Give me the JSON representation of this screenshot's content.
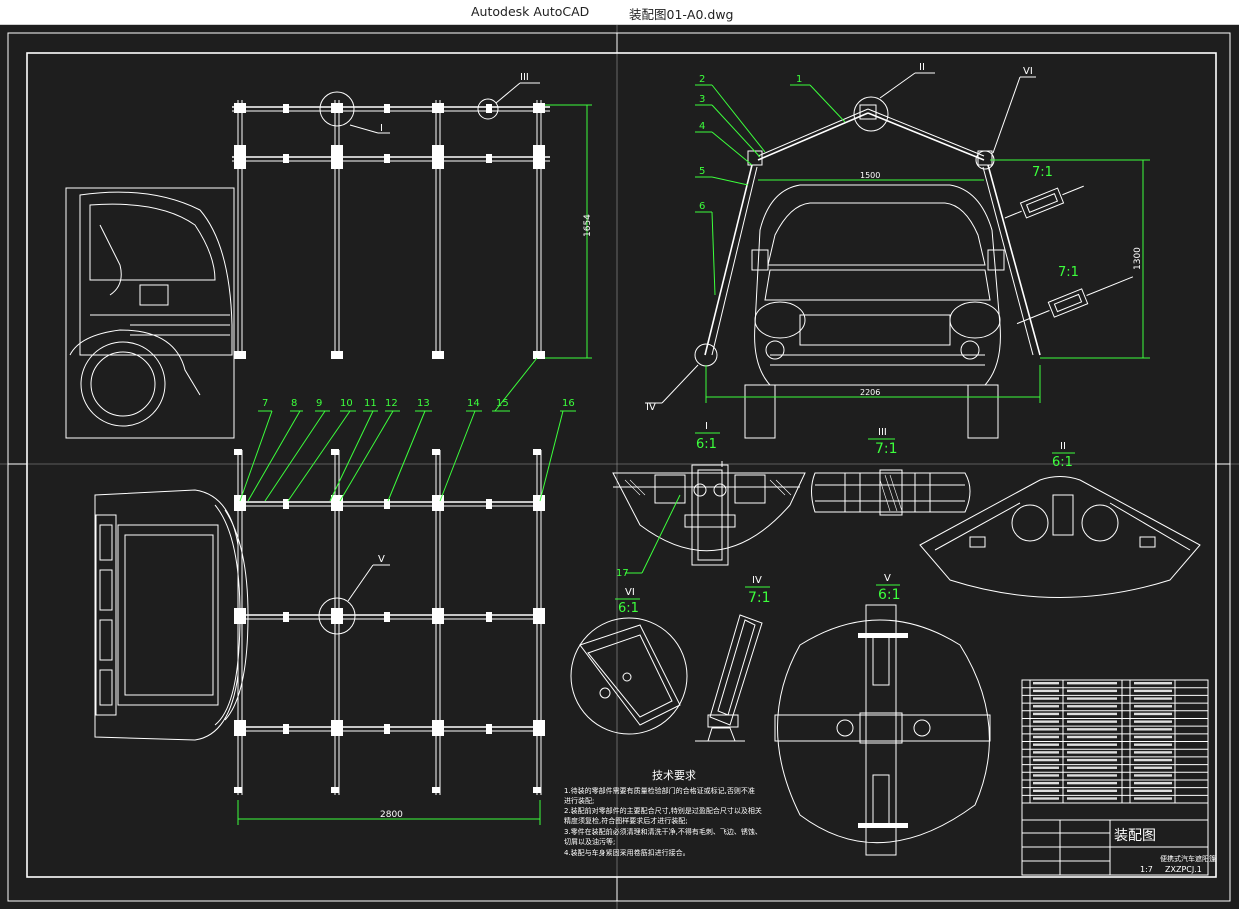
{
  "window": {
    "app_name": "Autodesk AutoCAD",
    "document_name": "装配图01-A0.dwg"
  },
  "views": {
    "top_dim": "1654",
    "bottom_dim": "2800",
    "front_width_dim": "2206",
    "front_top_dim": "1500",
    "front_height_dim": "1300",
    "markers": {
      "I": "I",
      "II": "II",
      "III": "III",
      "IV": "IV",
      "V": "V",
      "VI": "VI"
    }
  },
  "part_numbers": [
    "1",
    "2",
    "3",
    "4",
    "5",
    "6",
    "7",
    "8",
    "9",
    "10",
    "11",
    "12",
    "13",
    "14",
    "15",
    "16",
    "17"
  ],
  "details": [
    {
      "id": "I",
      "scale": "6:1"
    },
    {
      "id": "III",
      "scale": "7:1"
    },
    {
      "id": "II",
      "scale": "6:1"
    },
    {
      "id": "VI",
      "scale": "6:1"
    },
    {
      "id": "IV",
      "scale": "7:1"
    },
    {
      "id": "V",
      "scale": "6:1"
    }
  ],
  "section_scales": [
    "7:1",
    "7:1"
  ],
  "tech_requirements": {
    "title": "技术要求",
    "lines": [
      "1.待装的零部件需要有质量检验部门的合格证或标记,否则不准",
      "进行装配;",
      "2.装配前对零部件的主要配合尺寸,特别是过盈配合尺寸以及相关",
      "精度须复检,符合图样要求后才进行装配;",
      "3.零件在装配前必须清理和清洗干净,不得有毛刺、飞边、锈蚀、",
      "切屑以及油污等;",
      "4.装配与车身紧固采用卷筋扣进行接合。"
    ]
  },
  "title_block": {
    "drawing_title": "装配图",
    "product_name": "便携式汽车遮阳篷",
    "drawing_number": "ZXZPCJ.1",
    "sheet": "1:7"
  }
}
